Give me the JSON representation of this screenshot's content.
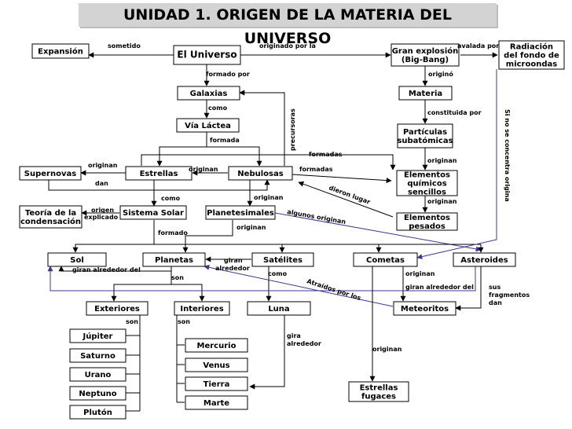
{
  "title": "UNIDAD 1. ORIGEN DE LA MATERIA DEL UNIVERSO",
  "nodes": [
    {
      "id": "universo",
      "text": "El Universo",
      "big": true
    },
    {
      "id": "expansion",
      "text": "Expansión"
    },
    {
      "id": "bigbang",
      "text": "Gran explosión\n(Big-Bang)"
    },
    {
      "id": "radiacion",
      "text": "Radiación\ndel fondo de\nmicroondas"
    },
    {
      "id": "galaxias",
      "text": "Galaxias"
    },
    {
      "id": "materia",
      "text": "Materia"
    },
    {
      "id": "vialactea",
      "text": "Vía Láctea"
    },
    {
      "id": "particulas",
      "text": "Partículas\nsubatómicas"
    },
    {
      "id": "supernovas",
      "text": "Supernovas"
    },
    {
      "id": "estrellas",
      "text": "Estrellas"
    },
    {
      "id": "nebulosas",
      "text": "Nebulosas"
    },
    {
      "id": "elemquim",
      "text": "Elementos\nquímicos\nsencillos"
    },
    {
      "id": "teoria",
      "text": "Teoría de la\ncondensación"
    },
    {
      "id": "sistsolar",
      "text": "Sistema Solar"
    },
    {
      "id": "planetesimales",
      "text": "Planetesimales"
    },
    {
      "id": "elempesados",
      "text": "Elementos\npesados"
    },
    {
      "id": "sol",
      "text": "Sol"
    },
    {
      "id": "planetas",
      "text": "Planetas"
    },
    {
      "id": "satelites",
      "text": "Satélites"
    },
    {
      "id": "cometas",
      "text": "Cometas"
    },
    {
      "id": "asteroides",
      "text": "Asteroides"
    },
    {
      "id": "exteriores",
      "text": "Exteriores"
    },
    {
      "id": "interiores",
      "text": "Interiores"
    },
    {
      "id": "luna",
      "text": "Luna"
    },
    {
      "id": "meteoritos",
      "text": "Meteoritos"
    },
    {
      "id": "jupiter",
      "text": "Júpiter"
    },
    {
      "id": "saturno",
      "text": "Saturno"
    },
    {
      "id": "urano",
      "text": "Urano"
    },
    {
      "id": "neptuno",
      "text": "Neptuno"
    },
    {
      "id": "pluton",
      "text": "Plutón"
    },
    {
      "id": "mercurio",
      "text": "Mercurio"
    },
    {
      "id": "venus",
      "text": "Venus"
    },
    {
      "id": "tierra",
      "text": "Tierra"
    },
    {
      "id": "marte",
      "text": "Marte"
    },
    {
      "id": "fugaces",
      "text": "Estrellas\nfugaces"
    }
  ],
  "labels": [
    {
      "id": "sometido",
      "text": "sometido"
    },
    {
      "id": "originado",
      "text": "originado por la"
    },
    {
      "id": "avalada",
      "text": "avalada por"
    },
    {
      "id": "formadopor",
      "text": "formado por"
    },
    {
      "id": "origino",
      "text": "originó"
    },
    {
      "id": "como1",
      "text": "como"
    },
    {
      "id": "constituida",
      "text": "constituida por"
    },
    {
      "id": "precursoras",
      "text": "precursoras"
    },
    {
      "id": "siNo",
      "text": "Si no se concentra origina"
    },
    {
      "id": "formada",
      "text": "formada"
    },
    {
      "id": "formadas1",
      "text": "formadas"
    },
    {
      "id": "formadas2",
      "text": "formadas"
    },
    {
      "id": "originan1",
      "text": "originan"
    },
    {
      "id": "originan2",
      "text": "originan"
    },
    {
      "id": "originan3",
      "text": "originan"
    },
    {
      "id": "dan",
      "text": "dan"
    },
    {
      "id": "dieronlugar",
      "text": "dieron lugar"
    },
    {
      "id": "originan4",
      "text": "originan"
    },
    {
      "id": "como2",
      "text": "como"
    },
    {
      "id": "originan5",
      "text": "originan"
    },
    {
      "id": "origen",
      "text": "origen"
    },
    {
      "id": "explicado",
      "text": "explicado"
    },
    {
      "id": "algunos",
      "text": "algunos originan"
    },
    {
      "id": "originan6",
      "text": "originan"
    },
    {
      "id": "formado",
      "text": "formado"
    },
    {
      "id": "giran1",
      "text": "giran alrededor del"
    },
    {
      "id": "gira1a",
      "text": "giran"
    },
    {
      "id": "gira1b",
      "text": "alrededor"
    },
    {
      "id": "como3",
      "text": "como"
    },
    {
      "id": "son1",
      "text": "son"
    },
    {
      "id": "atraidos",
      "text": "Atraídos por los"
    },
    {
      "id": "originan7",
      "text": "originan"
    },
    {
      "id": "giran2",
      "text": "giran alrededor del"
    },
    {
      "id": "sus1",
      "text": "sus"
    },
    {
      "id": "sus2",
      "text": "fragmentos"
    },
    {
      "id": "sus3",
      "text": "dan"
    },
    {
      "id": "son2",
      "text": "son"
    },
    {
      "id": "son3",
      "text": "son"
    },
    {
      "id": "gira2a",
      "text": "gira"
    },
    {
      "id": "gira2b",
      "text": "alrededor"
    },
    {
      "id": "originan8",
      "text": "originan"
    }
  ]
}
